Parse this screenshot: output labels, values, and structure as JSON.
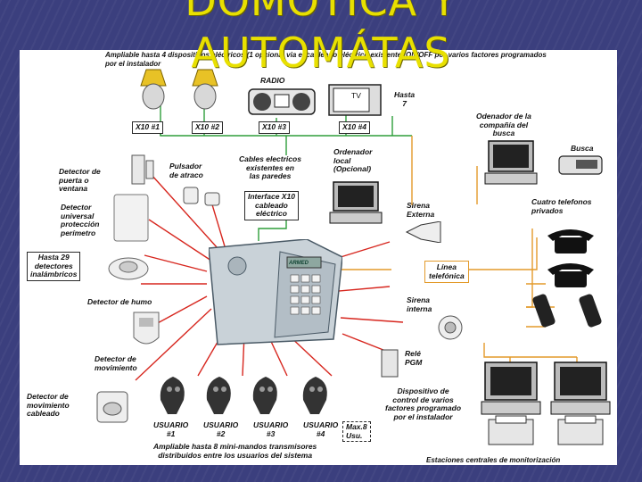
{
  "slide": {
    "title_line_1": "DOMÓTICA Y",
    "title_line_2": "AUTOMÁTAS"
  },
  "diagram": {
    "top_banner": "Ampliable hasta 4 dispositivos eléctricos (1 opcional via el cableado eléctrico existente) ON/OFF por varios factores programados por el instalador",
    "radio": "RADIO",
    "tv": "TV",
    "hasta7": "Hasta\n7",
    "x10": [
      "X10 #1",
      "X10 #2",
      "X10 #3",
      "X10 #4"
    ],
    "cables": "Cables electricos\nexistentes en\nlas paredes",
    "interface": "Interface X10\ncableado\neléctrico",
    "pc_local": "Ordenador\nlocal\n(Opcional)",
    "pc_busca": "Odenador de la\ncompañía del\nbusca",
    "busca": "Busca",
    "phones": "Cuatro telefonos\nprivados",
    "linea": "Línea\ntelefónica",
    "sirena_ext": "Sirena\nExterna",
    "sirena_int": "Sirena\ninterna",
    "rele": "Relé\nPGM",
    "dispositivo": "Dispositivo de\ncontrol de varios\nfactores programado\npor el instalador",
    "detector_puerta": "Detector de\npuerta o\nventana",
    "pulsador": "Pulsador\nde atraco",
    "detector_universal": "Detector\nuniversal\nprotección\nperímetro",
    "hasta29": "Hasta 29\ndetectores\ninalámbricos",
    "humo": "Detector de humo",
    "movimiento": "Detector de\nmovimiento",
    "mov_cableado": "Detector de\nmovimiento\ncableado",
    "usuarios": [
      "USUARIO\n#1",
      "USUARIO\n#2",
      "USUARIO\n#3",
      "USUARIO\n#4"
    ],
    "max8": "Max.8\nUsu.",
    "remotes_note": "Ampliable hasta 8 mini-mandos transmisores\ndistribuidos entre los usuarios del sistema",
    "estaciones": "Estaciones centrales de monitorización",
    "keypad_display": "ARMED"
  },
  "colors": {
    "title": "#e8e000",
    "background": "#3b3f7e",
    "green_wire": "#2e9e3a",
    "orange_wire": "#e39a2a",
    "red_signal": "#d7261e"
  },
  "icons": [
    "lamp-icon",
    "radio-icon",
    "tv-icon",
    "computer-icon",
    "pager-icon",
    "telephone-icon",
    "cellphone-icon",
    "siren-icon",
    "smoke-detector-icon",
    "motion-sensor-icon",
    "remote-control-icon",
    "relay-icon",
    "printer-icon"
  ]
}
